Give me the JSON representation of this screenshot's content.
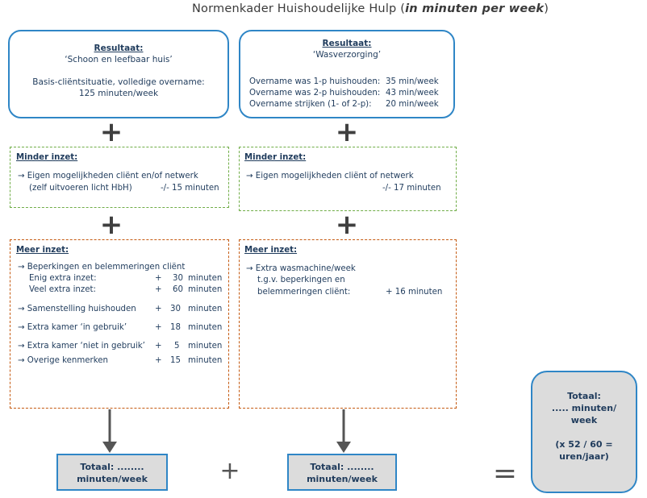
{
  "title": {
    "main": "Normenkader Huishoudelijke Hulp (",
    "italic": "in minuten per week",
    "close": ")"
  },
  "left": {
    "result": {
      "head": "Resultaat:",
      "name": "‘Schoon en leefbaar huis’",
      "line1": "Basis-cliëntsituatie, volledige overname:",
      "line2": "125 minuten/week"
    },
    "minder": {
      "head": "Minder inzet:",
      "line1": "→ Eigen mogelijkheden cliënt en/of netwerk",
      "line2": "(zelf uitvoeren licht HbH)",
      "value": "-/- 15 minuten"
    },
    "meer": {
      "head": "Meer inzet:",
      "intro": "→ Beperkingen en belemmeringen cliënt",
      "rows": [
        {
          "label": "Enig extra inzet:",
          "sign": "+",
          "num": "30",
          "unit": "minuten"
        },
        {
          "label": "Veel extra inzet:",
          "sign": "+",
          "num": "60",
          "unit": "minuten"
        },
        {
          "label": "→ Samenstelling huishouden",
          "sign": "+",
          "num": "30",
          "unit": "minuten"
        },
        {
          "label": "→ Extra kamer ‘in gebruik’",
          "sign": "+",
          "num": "18",
          "unit": "minuten"
        },
        {
          "label": "→ Extra kamer ‘niet in gebruik’",
          "sign": "+",
          "num": "5",
          "unit": "minuten"
        },
        {
          "label": "→ Overige kenmerken",
          "sign": "+",
          "num": "15",
          "unit": "minuten"
        }
      ]
    },
    "total": {
      "line1": "Totaal: ........",
      "line2": "minuten/week"
    }
  },
  "right": {
    "result": {
      "head": "Resultaat:",
      "name": "‘Wasverzorging’",
      "rows": [
        {
          "label": "Overname was 1-p huishouden:",
          "value": "35 min/week"
        },
        {
          "label": "Overname was 2-p huishouden:",
          "value": "43 min/week"
        },
        {
          "label": "Overname strijken (1- of 2-p):",
          "value": "20 min/week"
        }
      ]
    },
    "minder": {
      "head": "Minder inzet:",
      "line1": "→ Eigen mogelijkheden cliënt of netwerk",
      "value": "-/- 17 minuten"
    },
    "meer": {
      "head": "Meer inzet:",
      "line1": "→ Extra wasmachine/week",
      "line2": "t.g.v. beperkingen en",
      "line3": "belemmeringen cliënt:",
      "value": "+ 16 minuten"
    },
    "total": {
      "line1": "Totaal: ........",
      "line2": "minuten/week"
    }
  },
  "operators": {
    "plus": "+",
    "equals": "="
  },
  "grand_total": {
    "line1": "Totaal:",
    "line2": "..... minuten/",
    "line3": "week",
    "line4": "(x 52 / 60 =",
    "line5": "uren/jaar)"
  },
  "colors": {
    "blue": "#2f86c6",
    "green": "#70ad47",
    "orange": "#c55a11",
    "grey": "#dcdcdc"
  }
}
